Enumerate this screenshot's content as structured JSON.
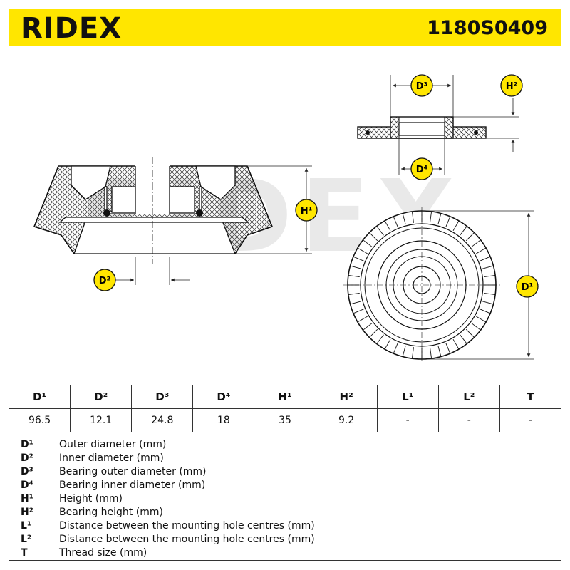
{
  "header": {
    "brand": "RIDEX",
    "part_number": "1180S0409"
  },
  "drawing": {
    "watermark": "RIDEX",
    "badges": {
      "d1": "D¹",
      "d2": "D²",
      "d3": "D³",
      "d4": "D⁴",
      "h1": "H¹",
      "h2": "H²"
    }
  },
  "specs": {
    "headers": [
      "D¹",
      "D²",
      "D³",
      "D⁴",
      "H¹",
      "H²",
      "L¹",
      "L²",
      "T"
    ],
    "values": [
      "96.5",
      "12.1",
      "24.8",
      "18",
      "35",
      "9.2",
      "-",
      "-",
      "-"
    ]
  },
  "legend": [
    {
      "code": "D¹",
      "desc": "Outer diameter (mm)"
    },
    {
      "code": "D²",
      "desc": "Inner diameter (mm)"
    },
    {
      "code": "D³",
      "desc": "Bearing outer diameter (mm)"
    },
    {
      "code": "D⁴",
      "desc": "Bearing inner diameter (mm)"
    },
    {
      "code": "H¹",
      "desc": "Height (mm)"
    },
    {
      "code": "H²",
      "desc": "Bearing height (mm)"
    },
    {
      "code": "L¹",
      "desc": "Distance between the mounting hole centres (mm)"
    },
    {
      "code": "L²",
      "desc": "Distance between the mounting hole centres (mm)"
    },
    {
      "code": "T",
      "desc": "Thread size (mm)"
    }
  ],
  "colors": {
    "brand_yellow": "#ffe600",
    "line": "#222222"
  }
}
